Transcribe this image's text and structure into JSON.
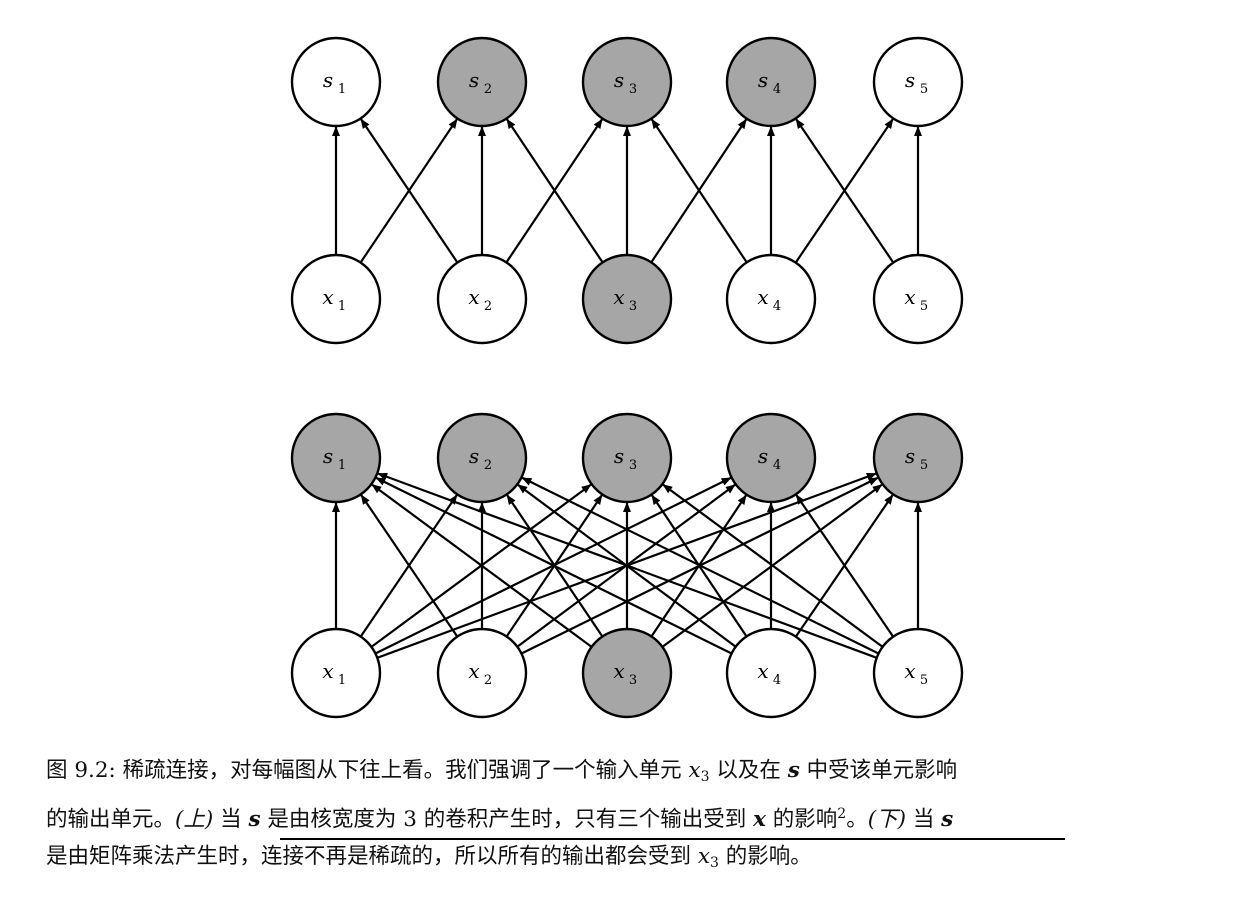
{
  "panels": [
    {
      "id": "top",
      "outputs": [
        {
          "var": "s",
          "sub": "1",
          "highlighted": false
        },
        {
          "var": "s",
          "sub": "2",
          "highlighted": true
        },
        {
          "var": "s",
          "sub": "3",
          "highlighted": true
        },
        {
          "var": "s",
          "sub": "4",
          "highlighted": true
        },
        {
          "var": "s",
          "sub": "5",
          "highlighted": false
        }
      ],
      "inputs": [
        {
          "var": "x",
          "sub": "1",
          "highlighted": false
        },
        {
          "var": "x",
          "sub": "2",
          "highlighted": false
        },
        {
          "var": "x",
          "sub": "3",
          "highlighted": true
        },
        {
          "var": "x",
          "sub": "4",
          "highlighted": false
        },
        {
          "var": "x",
          "sub": "5",
          "highlighted": false
        }
      ],
      "edges": [
        [
          0,
          0
        ],
        [
          0,
          1
        ],
        [
          1,
          0
        ],
        [
          1,
          1
        ],
        [
          1,
          2
        ],
        [
          2,
          1
        ],
        [
          2,
          2
        ],
        [
          2,
          3
        ],
        [
          3,
          2
        ],
        [
          3,
          3
        ],
        [
          3,
          4
        ],
        [
          4,
          3
        ],
        [
          4,
          4
        ]
      ]
    },
    {
      "id": "bottom",
      "outputs": [
        {
          "var": "s",
          "sub": "1",
          "highlighted": true
        },
        {
          "var": "s",
          "sub": "2",
          "highlighted": true
        },
        {
          "var": "s",
          "sub": "3",
          "highlighted": true
        },
        {
          "var": "s",
          "sub": "4",
          "highlighted": true
        },
        {
          "var": "s",
          "sub": "5",
          "highlighted": true
        }
      ],
      "inputs": [
        {
          "var": "x",
          "sub": "1",
          "highlighted": false
        },
        {
          "var": "x",
          "sub": "2",
          "highlighted": false
        },
        {
          "var": "x",
          "sub": "3",
          "highlighted": true
        },
        {
          "var": "x",
          "sub": "4",
          "highlighted": false
        },
        {
          "var": "x",
          "sub": "5",
          "highlighted": false
        }
      ],
      "edges": "all"
    }
  ],
  "colors": {
    "highlight_fill": "#a6a6a6",
    "normal_fill": "#ffffff",
    "stroke": "#000000"
  },
  "caption": {
    "line1": {
      "a": "图 9.2: 稀疏连接，对每幅图从下往上看。我们强调了一个输入单元 ",
      "x": "x",
      "x_sub": "3",
      "b": " 以及在 ",
      "s": "s",
      "c": " 中受该单元影响"
    },
    "line2": {
      "a": "的输出单元。",
      "up": "(上)",
      "b": " 当 ",
      "s": "s",
      "c": " 是由核宽度为 3 的卷积产生时，只有三个输出受到 ",
      "x": "x",
      "d": " 的影响",
      "fn": "2",
      "e": "。",
      "down": "(下)",
      "f": " 当 ",
      "s2": "s"
    },
    "line3": {
      "a": "是由矩阵乘法产生时，连接不再是稀疏的，所以所有的输出都会受到 ",
      "x": "x",
      "x_sub": "3",
      "b": " 的影响。"
    }
  }
}
